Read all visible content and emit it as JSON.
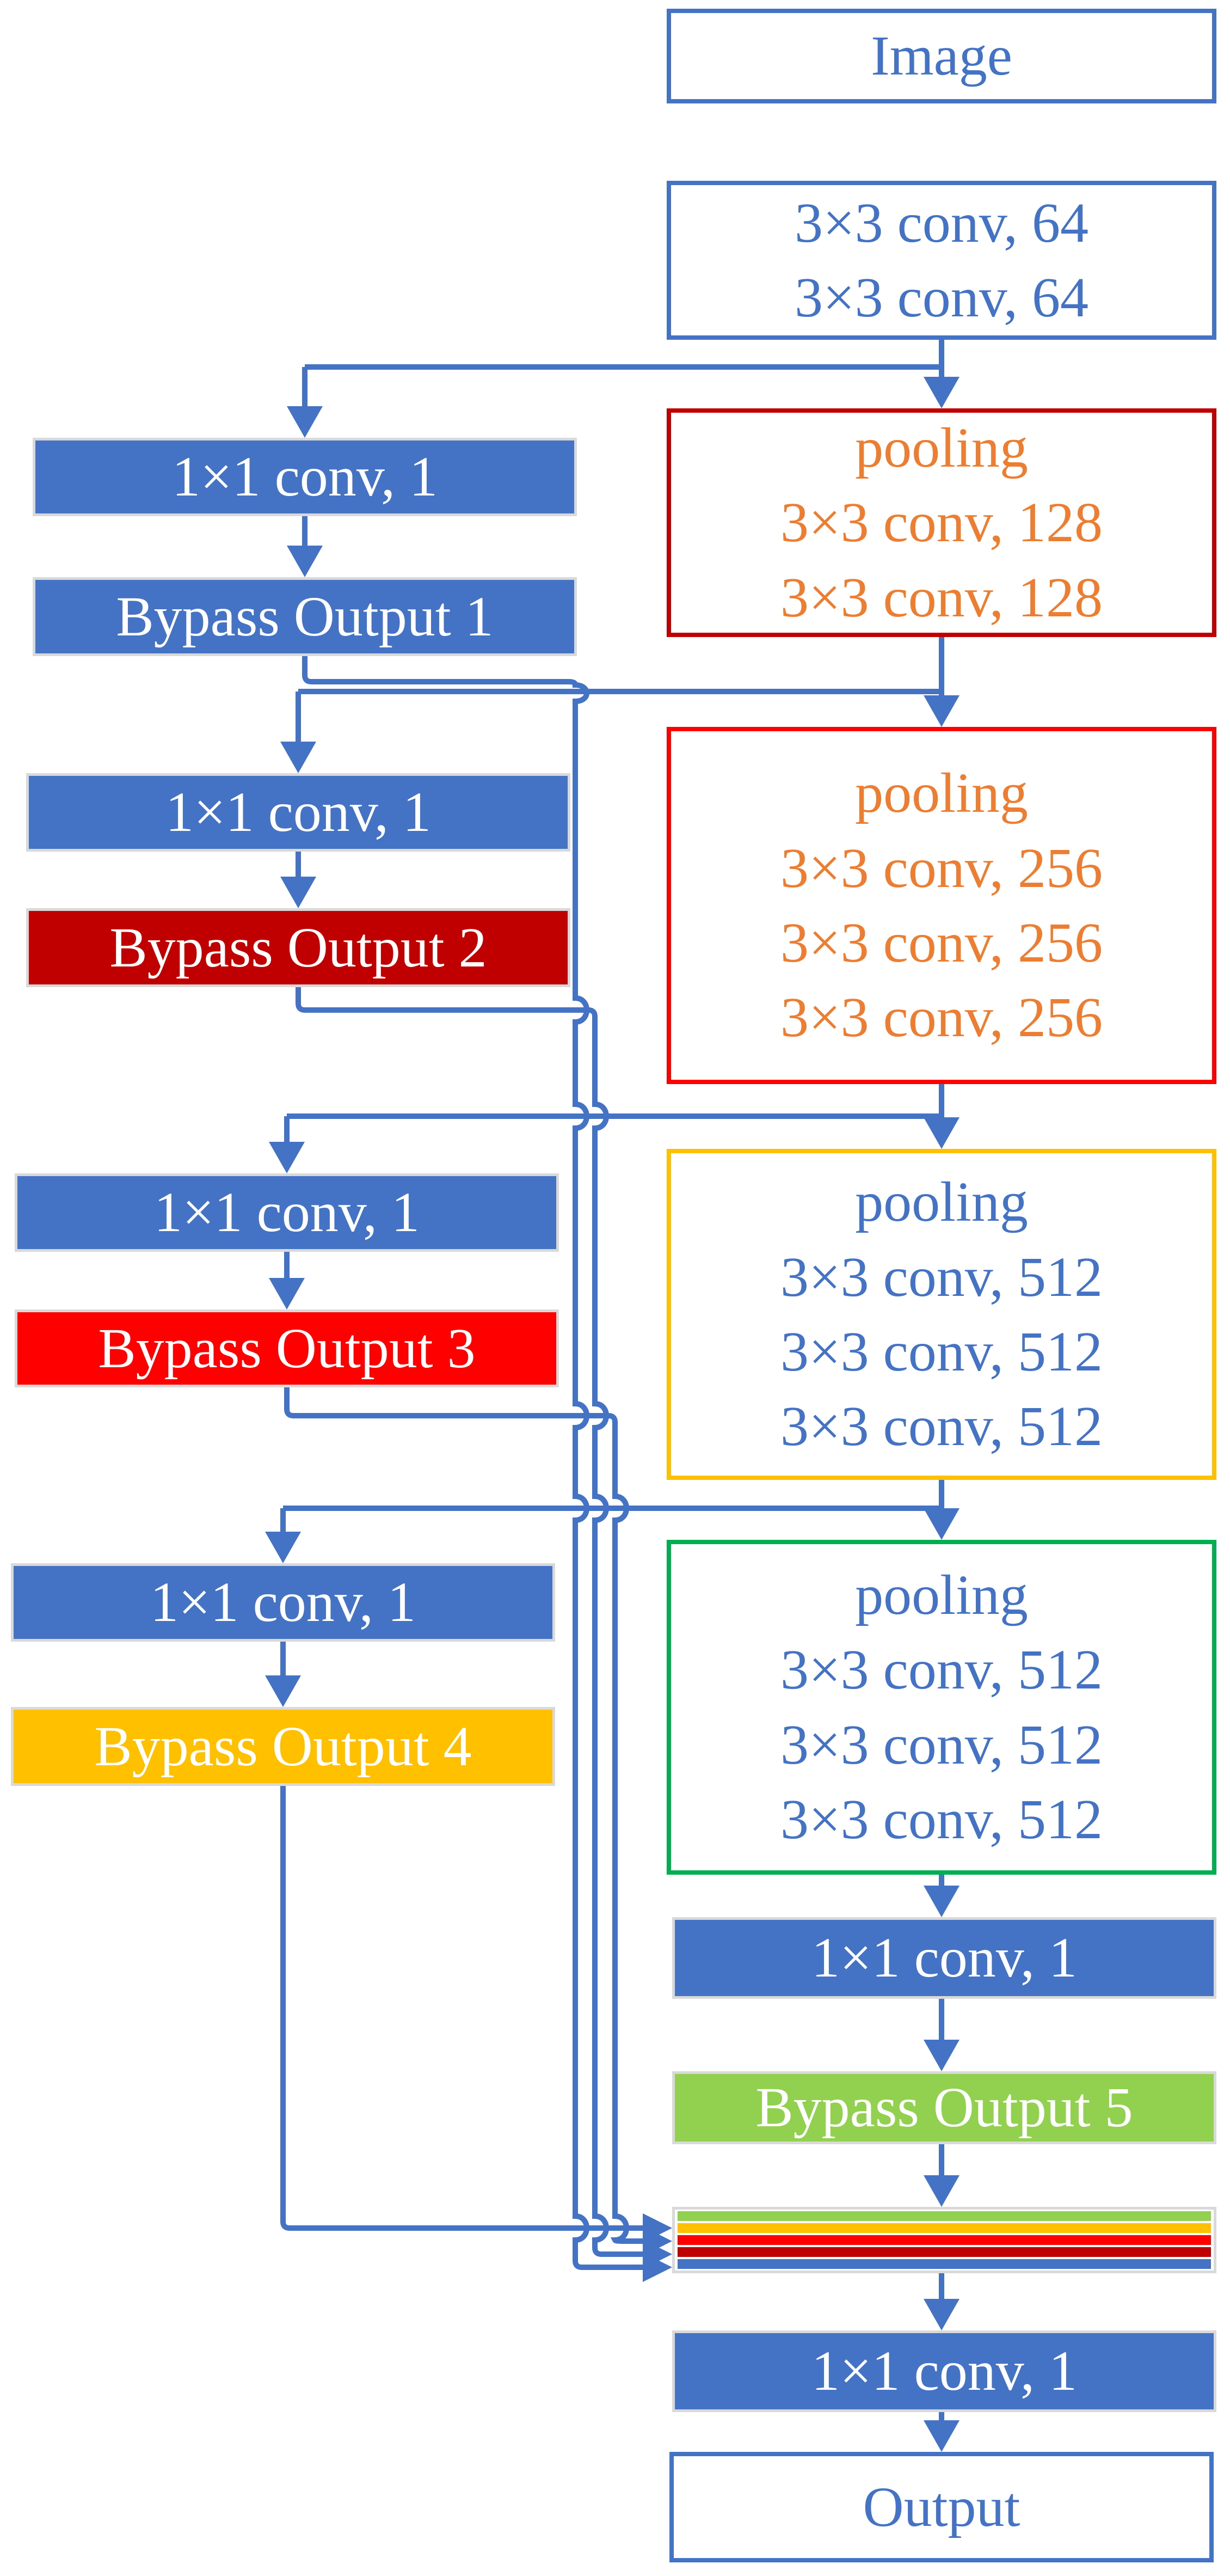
{
  "colors": {
    "blue": "#4472C4",
    "orange": "#ED7D31",
    "dark_red": "#C00000",
    "red": "#FF0000",
    "gold": "#FFC000",
    "green": "#00B050",
    "light_green": "#92D050",
    "edge_gray": "#D9D9D9",
    "white": "#FFFFFF"
  },
  "backbone": {
    "image": "Image",
    "conv_block1": [
      "3×3 conv, 64",
      "3×3 conv, 64"
    ],
    "conv_block2": [
      "pooling",
      "3×3 conv, 128",
      "3×3 conv, 128"
    ],
    "conv_block3": [
      "pooling",
      "3×3 conv, 256",
      "3×3 conv, 256",
      "3×3 conv, 256"
    ],
    "conv_block4": [
      "pooling",
      "3×3 conv, 512",
      "3×3 conv, 512",
      "3×3 conv, 512"
    ],
    "conv_block5": [
      "pooling",
      "3×3 conv, 512",
      "3×3 conv, 512",
      "3×3 conv, 512"
    ],
    "side_conv5": "1×1 conv, 1",
    "bypass5": "Bypass Output 5",
    "fuse_conv": "1×1 conv, 1",
    "output": "Output"
  },
  "side_branches": {
    "conv1": "1×1 conv, 1",
    "bypass1": "Bypass Output 1",
    "conv2": "1×1 conv, 1",
    "bypass2": "Bypass Output 2",
    "conv3": "1×1 conv, 1",
    "bypass3": "Bypass Output 3",
    "conv4": "1×1 conv, 1",
    "bypass4": "Bypass Output 4"
  },
  "fusion_stack_order": [
    "bypass5",
    "bypass4",
    "bypass3",
    "bypass2",
    "bypass1"
  ]
}
